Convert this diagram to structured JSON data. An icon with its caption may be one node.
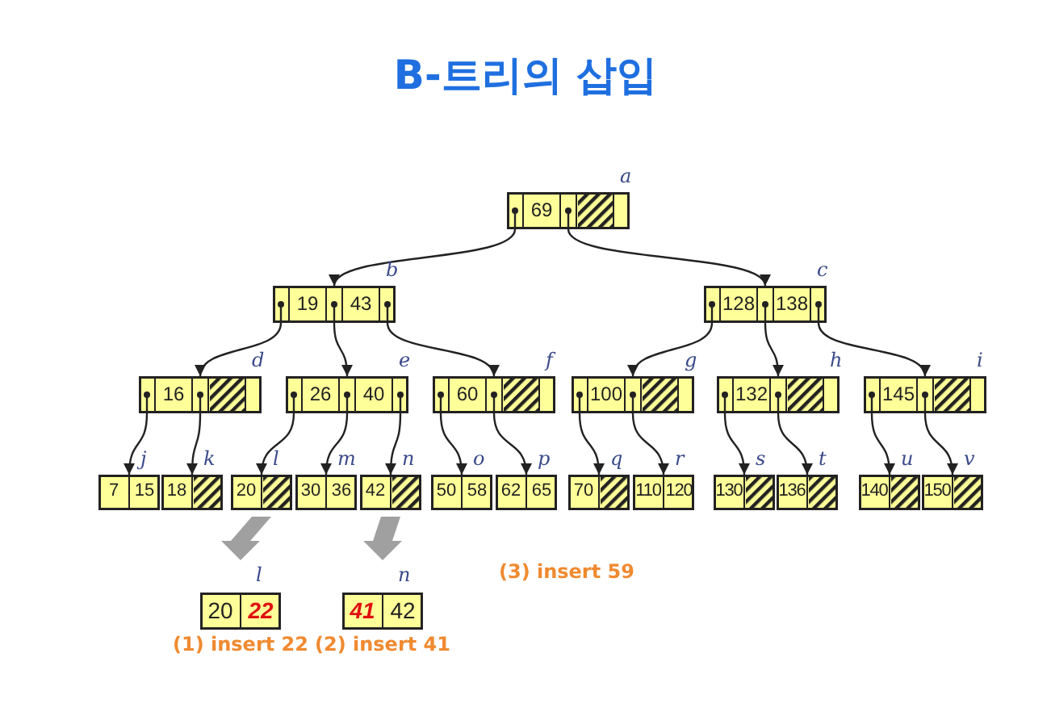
{
  "diagram": {
    "title": "B-트리의 삽입",
    "nodes": [
      {
        "text": [
          "69"
        ],
        "beside": [
          "a"
        ]
      },
      {
        "text": [
          "19",
          "43"
        ],
        "beside": [
          "b"
        ]
      },
      {
        "text": [
          "128",
          "138"
        ],
        "beside": [
          "c"
        ]
      },
      {
        "text": [
          "16"
        ],
        "beside": [
          "d"
        ]
      },
      {
        "text": [
          "26",
          "40"
        ],
        "beside": [
          "e"
        ]
      },
      {
        "text": [
          "60"
        ],
        "beside": [
          "f"
        ]
      },
      {
        "text": [
          "100"
        ],
        "beside": [
          "g"
        ]
      },
      {
        "text": [
          "132"
        ],
        "beside": [
          "h"
        ]
      },
      {
        "text": [
          "145"
        ],
        "beside": [
          "i"
        ]
      },
      {
        "text": [
          "7",
          "15"
        ],
        "beside": [
          "j"
        ]
      },
      {
        "text": [
          "18"
        ],
        "beside": [
          "k"
        ]
      },
      {
        "text": [
          "20"
        ],
        "beside": [
          "l"
        ]
      },
      {
        "text": [
          "30",
          "36"
        ],
        "beside": [
          "m"
        ]
      },
      {
        "text": [
          "42"
        ],
        "beside": [
          "n"
        ]
      },
      {
        "text": [
          "50",
          "58"
        ],
        "beside": [
          "o"
        ]
      },
      {
        "text": [
          "62",
          "65"
        ],
        "beside": [
          "p"
        ]
      },
      {
        "text": [
          "70"
        ],
        "beside": [
          "q"
        ]
      },
      {
        "text": [
          "110",
          "120"
        ],
        "beside": [
          "r"
        ]
      },
      {
        "text": [
          "130"
        ],
        "beside": [
          "s"
        ]
      },
      {
        "text": [
          "136"
        ],
        "beside": [
          "t"
        ]
      },
      {
        "text": [
          "140"
        ],
        "beside": [
          "u"
        ]
      },
      {
        "text": [
          "150"
        ],
        "beside": [
          "v"
        ]
      },
      {
        "text": [
          "20",
          "22"
        ],
        "beside": [
          "l",
          "(1) insert 22"
        ]
      },
      {
        "text": [
          "41",
          "42"
        ],
        "beside": [
          "n",
          "(2) insert 41"
        ]
      }
    ],
    "edges": [
      {
        "from": 0,
        "to": 1,
        "arrow": "to"
      },
      {
        "from": 0,
        "to": 2,
        "arrow": "to"
      },
      {
        "from": 1,
        "to": 3,
        "arrow": "to"
      },
      {
        "from": 1,
        "to": 4,
        "arrow": "to"
      },
      {
        "from": 1,
        "to": 5,
        "arrow": "to"
      },
      {
        "from": 2,
        "to": 6,
        "arrow": "to"
      },
      {
        "from": 2,
        "to": 7,
        "arrow": "to"
      },
      {
        "from": 2,
        "to": 8,
        "arrow": "to"
      },
      {
        "from": 3,
        "to": 9,
        "arrow": "to"
      },
      {
        "from": 3,
        "to": 10,
        "arrow": "to"
      },
      {
        "from": 4,
        "to": 11,
        "arrow": "to"
      },
      {
        "from": 4,
        "to": 12,
        "arrow": "to"
      },
      {
        "from": 4,
        "to": 13,
        "arrow": "to"
      },
      {
        "from": 5,
        "to": 14,
        "arrow": "to"
      },
      {
        "from": 5,
        "to": 15,
        "arrow": "to"
      },
      {
        "from": 6,
        "to": 16,
        "arrow": "to"
      },
      {
        "from": 6,
        "to": 17,
        "arrow": "to"
      },
      {
        "from": 7,
        "to": 18,
        "arrow": "to"
      },
      {
        "from": 7,
        "to": 19,
        "arrow": "to"
      },
      {
        "from": 8,
        "to": 20,
        "arrow": "to"
      },
      {
        "from": 8,
        "to": 21,
        "arrow": "to"
      },
      {
        "from": 11,
        "to": 22,
        "arrow": "to",
        "style": "thick",
        "color": "#a0a0a0"
      },
      {
        "from": 13,
        "to": 23,
        "arrow": "to",
        "style": "thick",
        "color": "#a0a0a0"
      }
    ],
    "labels": [
      "(3) insert 59"
    ]
  }
}
